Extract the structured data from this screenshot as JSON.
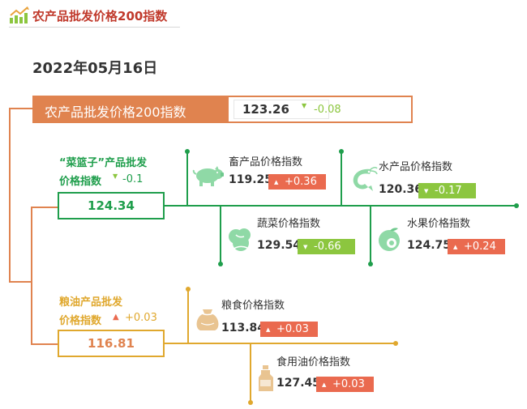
{
  "header": {
    "title": "农产品批发价格200指数"
  },
  "date": "2022年05月16日",
  "main_index": {
    "label": "农产品批发价格200指数",
    "value": "123.26",
    "change": "-0.08"
  },
  "basket": {
    "label_line1": "“菜篮子”产品批发",
    "label_line2": "价格指数",
    "change": "-0.1",
    "value": "124.34",
    "items": [
      {
        "label": "畜产品价格指数",
        "value": "119.25",
        "change": "+0.36",
        "direction": "up"
      },
      {
        "label": "水产品价格指数",
        "value": "120.36",
        "change": "-0.17",
        "direction": "down"
      },
      {
        "label": "蔬菜价格指数",
        "value": "129.54",
        "change": "-0.66",
        "direction": "down"
      },
      {
        "label": "水果价格指数",
        "value": "124.75",
        "change": "+0.24",
        "direction": "up"
      }
    ]
  },
  "grain_oil": {
    "label_line1": "粮油产品批发",
    "label_line2": "价格指数",
    "change": "+0.03",
    "value": "116.81",
    "items": [
      {
        "label": "粮食价格指数",
        "value": "113.84",
        "change": "+0.03",
        "direction": "up"
      },
      {
        "label": "食用油价格指数",
        "value": "127.45",
        "change": "+0.03",
        "direction": "up"
      }
    ]
  },
  "colors": {
    "orange": "#e0834f",
    "green": "#1f9e4c",
    "gold": "#e0a82e",
    "up_red": "#ea6a4f",
    "down_green": "#8cc63f",
    "icon_green": "#8fd9a6",
    "icon_tan": "#e9c491"
  }
}
